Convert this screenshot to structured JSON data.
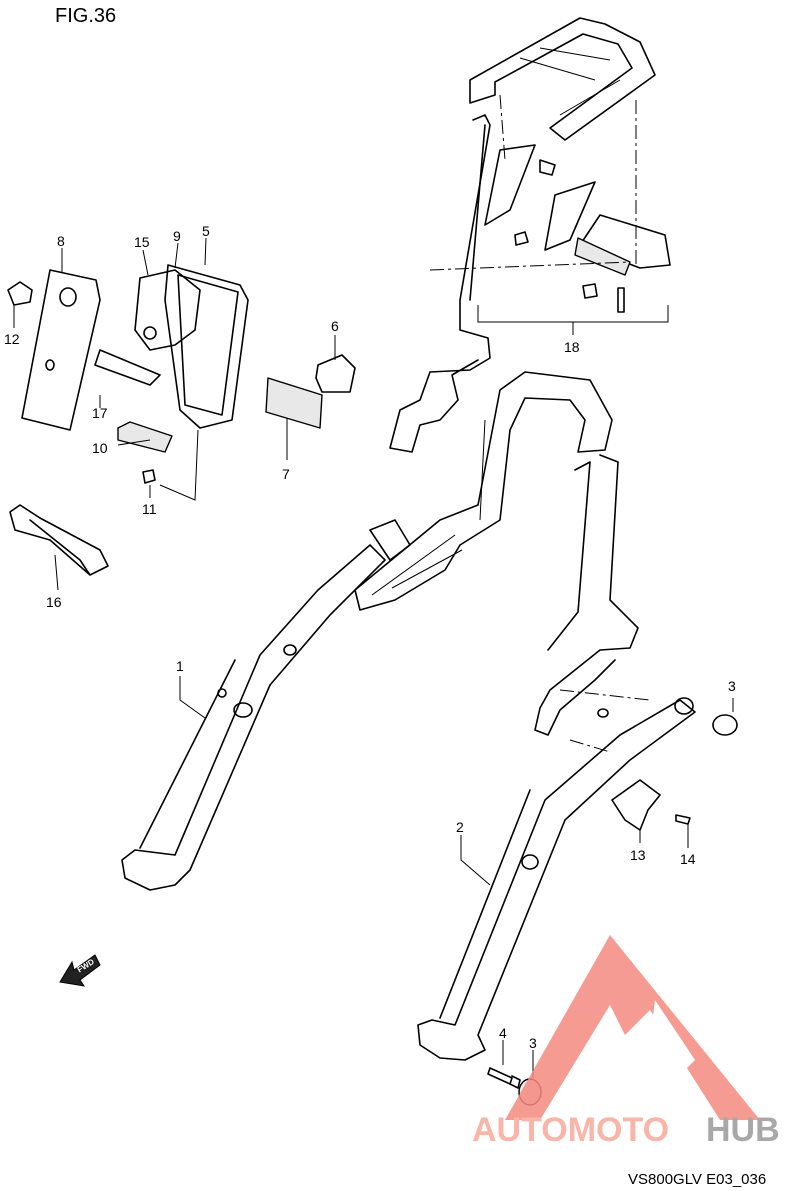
{
  "figure": {
    "title": "FIG.36",
    "model_code": "VS800GLV E03_036"
  },
  "forward_arrow": {
    "label": "FWD"
  },
  "callouts": [
    {
      "id": "c1",
      "text": "1"
    },
    {
      "id": "c2",
      "text": "2"
    },
    {
      "id": "c3a",
      "text": "3"
    },
    {
      "id": "c3b",
      "text": "3"
    },
    {
      "id": "c4",
      "text": "4"
    },
    {
      "id": "c5",
      "text": "5"
    },
    {
      "id": "c6",
      "text": "6"
    },
    {
      "id": "c7",
      "text": "7"
    },
    {
      "id": "c8",
      "text": "8"
    },
    {
      "id": "c9",
      "text": "9"
    },
    {
      "id": "c10",
      "text": "10"
    },
    {
      "id": "c11",
      "text": "11"
    },
    {
      "id": "c12",
      "text": "12"
    },
    {
      "id": "c13",
      "text": "13"
    },
    {
      "id": "c14",
      "text": "14"
    },
    {
      "id": "c15",
      "text": "15"
    },
    {
      "id": "c16",
      "text": "16"
    },
    {
      "id": "c17",
      "text": "17"
    },
    {
      "id": "c18",
      "text": "18"
    }
  ],
  "watermark": {
    "text_a": "AUTOMOTO",
    "text_b": "HUB",
    "color_a": "#f7a99a",
    "color_b": "#9a9a9a",
    "logo_color": "#f58a80"
  }
}
